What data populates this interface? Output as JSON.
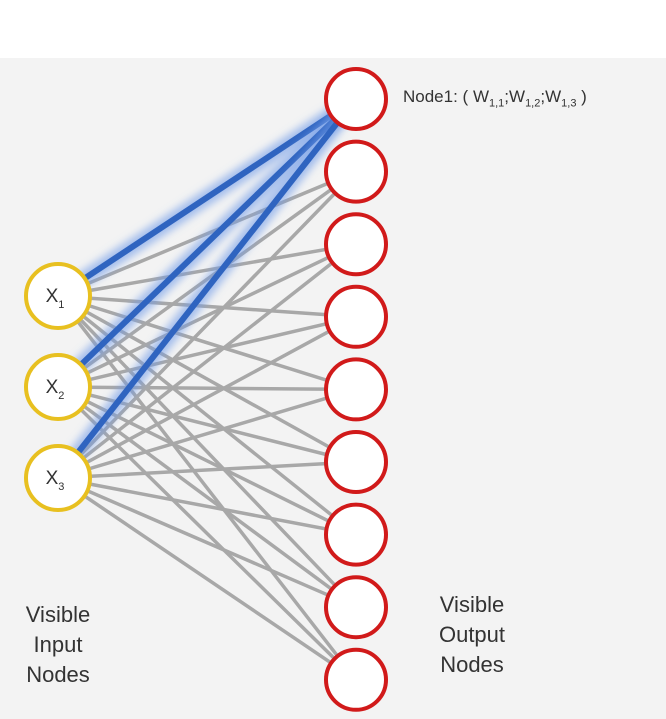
{
  "diagram": {
    "input_nodes": [
      {
        "label": "X",
        "sub": "1"
      },
      {
        "label": "X",
        "sub": "2"
      },
      {
        "label": "X",
        "sub": "3"
      }
    ],
    "output_node_count": 9,
    "highlighted_output_node": 1,
    "annotation": {
      "prefix": "Node1: ( ",
      "weights": [
        {
          "label": "W",
          "sub": "1,1"
        },
        {
          "label": "W",
          "sub": "1,2"
        },
        {
          "label": "W",
          "sub": "1,3"
        }
      ],
      "separator": ";",
      "suffix": " )"
    },
    "input_caption": "Visible\nInput\nNodes",
    "output_caption": "Visible\nOutput\nNodes"
  },
  "colors": {
    "background": "#f3f3f3",
    "input_node_stroke": "#e8c020",
    "output_node_stroke": "#d11a1a",
    "node_fill": "#ffffff",
    "edge": "#a8a8a8",
    "highlight_edge": "#2f64c0",
    "highlight_glow": "#6f9be8"
  }
}
